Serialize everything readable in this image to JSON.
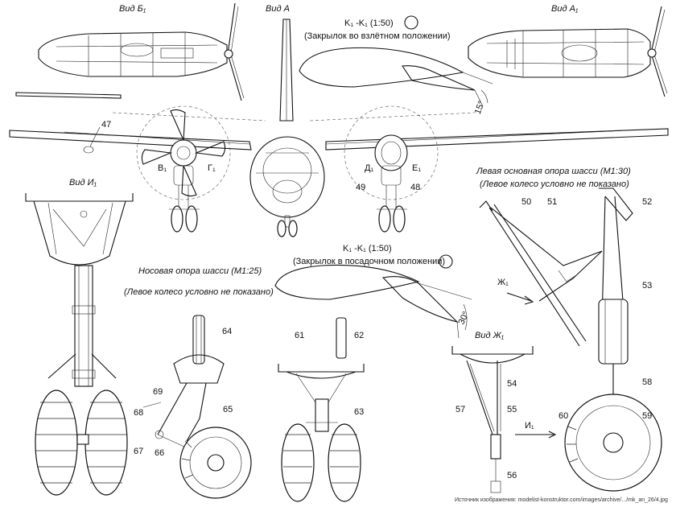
{
  "views": {
    "view_b1": "Вид Б₁",
    "view_a": "Вид А",
    "view_a1": "Вид А₁",
    "view_i1": "Вид И₁",
    "view_zh1": "Вид Ж₁"
  },
  "sections": {
    "k_takeoff_title": "K₁ -K₁ (1:50)",
    "k_takeoff_caption": "(Закрылок во взлётном положении)",
    "k_takeoff_angle": "15°",
    "k_landing_title": "K₁ -K₁ (1:50)",
    "k_landing_caption": "(Закрылок в посадочном положении)",
    "k_landing_angle": "30°"
  },
  "captions": {
    "nose_gear_title": "Носовая опора  шасси (М1:25)",
    "nose_gear_note": "(Левое колесо условно не показано)",
    "main_gear_title": "Левая основная опора шасси (М1:30)",
    "main_gear_note": "(Левое колесо условно не показано)"
  },
  "markers": {
    "v1": "В₁",
    "g1": "Г₁",
    "d1": "Д₁",
    "e1": "Е₁",
    "zh1": "Ж₁",
    "i1": "И₁"
  },
  "callouts": [
    "47",
    "49",
    "48",
    "50",
    "51",
    "52",
    "53",
    "54",
    "55",
    "56",
    "57",
    "58",
    "59",
    "60",
    "61",
    "62",
    "63",
    "64",
    "65",
    "66",
    "67",
    "68",
    "69"
  ],
  "source_note": "Источник изображения: modelist-konstruktor.com/images/archive/.../mk_an_26/4.jpg"
}
